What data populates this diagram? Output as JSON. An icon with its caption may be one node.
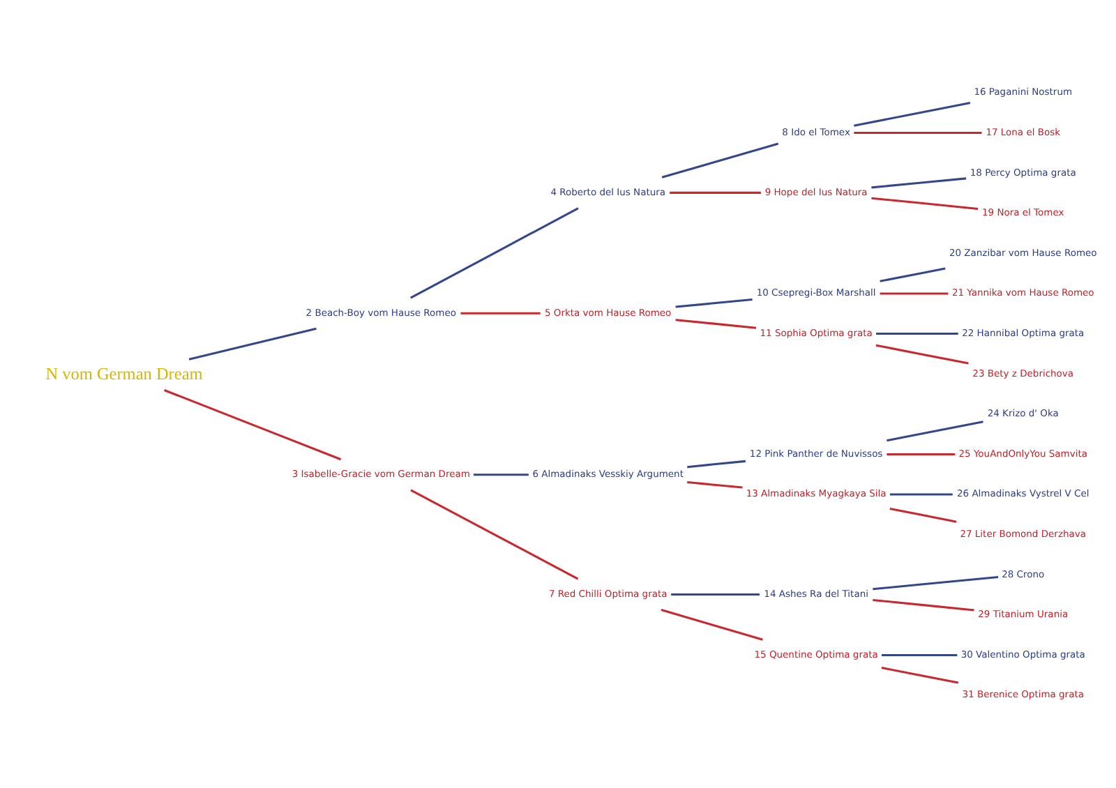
{
  "diagram": {
    "nodes": [
      {
        "text": [
          "N vom German Dream"
        ]
      },
      {
        "text": [
          "2 Beach-Boy vom Hause Romeo"
        ]
      },
      {
        "text": [
          "3 Isabelle-Gracie vom German Dream"
        ]
      },
      {
        "text": [
          "4 Roberto del Ius Natura"
        ]
      },
      {
        "text": [
          "5 Orkta vom Hause Romeo"
        ]
      },
      {
        "text": [
          "6 Almadinaks Vesskiy Argument"
        ]
      },
      {
        "text": [
          "7 Red Chilli Optima grata"
        ]
      },
      {
        "text": [
          "8 Ido el Tomex"
        ]
      },
      {
        "text": [
          "9 Hope del Ius Natura"
        ]
      },
      {
        "text": [
          "10 Csepregi-Box Marshall"
        ]
      },
      {
        "text": [
          "11 Sophia Optima grata"
        ]
      },
      {
        "text": [
          "12 Pink Panther de Nuvissos"
        ]
      },
      {
        "text": [
          "13 Almadinaks Myagkaya Sila"
        ]
      },
      {
        "text": [
          "14 Ashes Ra del Titani"
        ]
      },
      {
        "text": [
          "15 Quentine Optima grata"
        ]
      },
      {
        "text": [
          "16 Paganini Nostrum"
        ]
      },
      {
        "text": [
          "17 Lona el Bosk"
        ]
      },
      {
        "text": [
          "18 Percy Optima grata"
        ]
      },
      {
        "text": [
          "19 Nora el Tomex"
        ]
      },
      {
        "text": [
          "20 Zanzibar vom Hause Romeo"
        ]
      },
      {
        "text": [
          "21 Yannika vom Hause Romeo"
        ]
      },
      {
        "text": [
          "22 Hannibal Optima grata"
        ]
      },
      {
        "text": [
          "23 Bety z Debrichova"
        ]
      },
      {
        "text": [
          "24 Krizo d' Oka"
        ]
      },
      {
        "text": [
          "25 YouAndOnlyYou Samvita"
        ]
      },
      {
        "text": [
          "26 Almadinaks Vystrel V Cel"
        ]
      },
      {
        "text": [
          "27 Liter Bomond Derzhava"
        ]
      },
      {
        "text": [
          "28 Crono"
        ]
      },
      {
        "text": [
          "29 Titanium Urania"
        ]
      },
      {
        "text": [
          "30 Valentino Optima grata"
        ]
      },
      {
        "text": [
          "31 Berenice Optima grata"
        ]
      }
    ],
    "edges": [
      {
        "from": 0,
        "to": 1,
        "arrow": "none",
        "color": "#34478a"
      },
      {
        "from": 0,
        "to": 2,
        "arrow": "none",
        "color": "#c8282e"
      },
      {
        "from": 1,
        "to": 3,
        "arrow": "none",
        "color": "#34478a"
      },
      {
        "from": 1,
        "to": 4,
        "arrow": "none",
        "color": "#c8282e"
      },
      {
        "from": 2,
        "to": 5,
        "arrow": "none",
        "color": "#34478a"
      },
      {
        "from": 2,
        "to": 6,
        "arrow": "none",
        "color": "#c8282e"
      },
      {
        "from": 3,
        "to": 7,
        "arrow": "none",
        "color": "#34478a"
      },
      {
        "from": 3,
        "to": 8,
        "arrow": "none",
        "color": "#c8282e"
      },
      {
        "from": 4,
        "to": 9,
        "arrow": "none",
        "color": "#34478a"
      },
      {
        "from": 4,
        "to": 10,
        "arrow": "none",
        "color": "#c8282e"
      },
      {
        "from": 5,
        "to": 11,
        "arrow": "none",
        "color": "#34478a"
      },
      {
        "from": 5,
        "to": 12,
        "arrow": "none",
        "color": "#c8282e"
      },
      {
        "from": 6,
        "to": 13,
        "arrow": "none",
        "color": "#34478a"
      },
      {
        "from": 6,
        "to": 14,
        "arrow": "none",
        "color": "#c8282e"
      },
      {
        "from": 7,
        "to": 15,
        "arrow": "none",
        "color": "#34478a"
      },
      {
        "from": 7,
        "to": 16,
        "arrow": "none",
        "color": "#c8282e"
      },
      {
        "from": 8,
        "to": 17,
        "arrow": "none",
        "color": "#34478a"
      },
      {
        "from": 8,
        "to": 18,
        "arrow": "none",
        "color": "#c8282e"
      },
      {
        "from": 9,
        "to": 19,
        "arrow": "none",
        "color": "#34478a"
      },
      {
        "from": 9,
        "to": 20,
        "arrow": "none",
        "color": "#c8282e"
      },
      {
        "from": 10,
        "to": 21,
        "arrow": "none",
        "color": "#34478a"
      },
      {
        "from": 10,
        "to": 22,
        "arrow": "none",
        "color": "#c8282e"
      },
      {
        "from": 11,
        "to": 23,
        "arrow": "none",
        "color": "#34478a"
      },
      {
        "from": 11,
        "to": 24,
        "arrow": "none",
        "color": "#c8282e"
      },
      {
        "from": 12,
        "to": 25,
        "arrow": "none",
        "color": "#34478a"
      },
      {
        "from": 12,
        "to": 26,
        "arrow": "none",
        "color": "#c8282e"
      },
      {
        "from": 13,
        "to": 27,
        "arrow": "none",
        "color": "#34478a"
      },
      {
        "from": 13,
        "to": 28,
        "arrow": "none",
        "color": "#c8282e"
      },
      {
        "from": 14,
        "to": 29,
        "arrow": "none",
        "color": "#34478a"
      },
      {
        "from": 14,
        "to": 30,
        "arrow": "none",
        "color": "#c8282e"
      }
    ]
  }
}
